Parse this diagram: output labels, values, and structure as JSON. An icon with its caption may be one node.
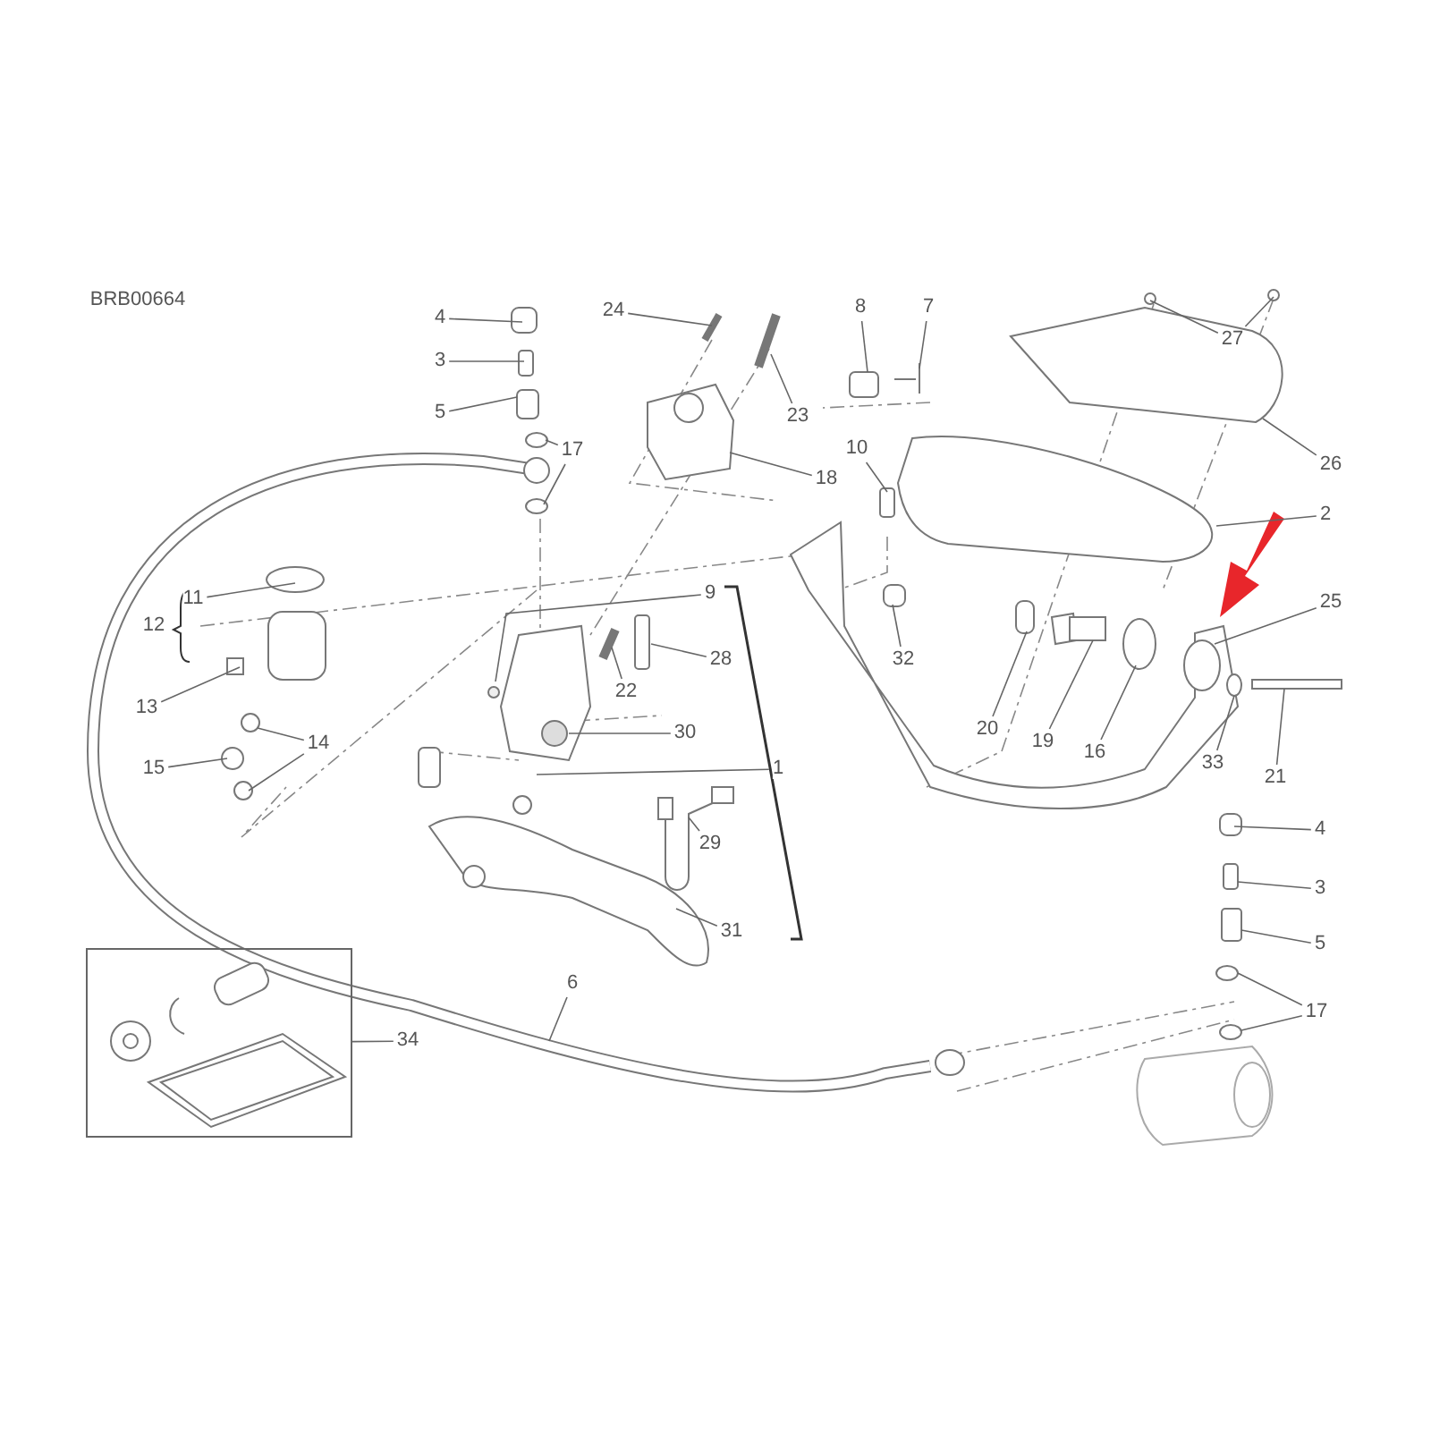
{
  "diagram": {
    "nodes": [
      {
        "text": [
          "4"
        ]
      },
      {
        "text": [
          "24"
        ]
      },
      {
        "text": [
          "8"
        ]
      },
      {
        "text": [
          "7"
        ]
      },
      {
        "text": [
          "27"
        ]
      },
      {
        "text": [
          "3"
        ]
      },
      {
        "text": [
          "5"
        ]
      },
      {
        "text": [
          "23"
        ]
      },
      {
        "text": [
          "10"
        ]
      },
      {
        "text": [
          "17"
        ]
      },
      {
        "text": [
          "26"
        ]
      },
      {
        "text": [
          "18"
        ]
      },
      {
        "text": [
          "2"
        ]
      },
      {
        "text": [
          "11"
        ]
      },
      {
        "text": [
          "9"
        ]
      },
      {
        "text": [
          "25"
        ]
      },
      {
        "text": [
          "28"
        ]
      },
      {
        "text": [
          "32"
        ]
      },
      {
        "text": [
          "22"
        ]
      },
      {
        "text": [
          "13"
        ]
      },
      {
        "text": [
          "20"
        ]
      },
      {
        "text": [
          "30"
        ]
      },
      {
        "text": [
          "19"
        ]
      },
      {
        "text": [
          "14"
        ]
      },
      {
        "text": [
          "16"
        ]
      },
      {
        "text": [
          "33"
        ]
      },
      {
        "text": [
          "15"
        ]
      },
      {
        "text": [
          "1"
        ]
      },
      {
        "text": [
          "21"
        ]
      },
      {
        "text": [
          "4"
        ]
      },
      {
        "text": [
          "29"
        ]
      },
      {
        "text": [
          "3"
        ]
      },
      {
        "text": [
          "31"
        ]
      },
      {
        "text": [
          "5"
        ]
      },
      {
        "text": [
          "6"
        ]
      },
      {
        "text": [
          "17"
        ]
      },
      {
        "text": [
          "34"
        ]
      },
      {
        "text": [],
        "shape": "box"
      }
    ],
    "edges": [
      {
        "from": 0,
        "to": null,
        "arrow": "none"
      },
      {
        "from": 1,
        "to": null,
        "arrow": "none"
      },
      {
        "from": 2,
        "to": null,
        "arrow": "none"
      },
      {
        "from": 3,
        "to": null,
        "arrow": "none"
      },
      {
        "from": 4,
        "to": null,
        "arrow": "none"
      },
      {
        "from": 4,
        "to": null,
        "arrow": "none"
      },
      {
        "from": 5,
        "to": null,
        "arrow": "none"
      },
      {
        "from": 6,
        "to": null,
        "arrow": "none"
      },
      {
        "from": 7,
        "to": null,
        "arrow": "none"
      },
      {
        "from": 8,
        "to": null,
        "arrow": "none"
      },
      {
        "from": 9,
        "to": null,
        "arrow": "none"
      },
      {
        "from": 9,
        "to": null,
        "arrow": "none"
      },
      {
        "from": 10,
        "to": null,
        "arrow": "none"
      },
      {
        "from": 11,
        "to": null,
        "arrow": "none"
      },
      {
        "from": 12,
        "to": null,
        "arrow": "none"
      },
      {
        "from": 13,
        "to": null,
        "arrow": "none"
      },
      {
        "from": 14,
        "to": null,
        "arrow": "none"
      },
      {
        "from": 15,
        "to": null,
        "arrow": "none"
      },
      {
        "from": 16,
        "to": null,
        "arrow": "none"
      },
      {
        "from": 17,
        "to": null,
        "arrow": "none"
      },
      {
        "from": 18,
        "to": null,
        "arrow": "none"
      },
      {
        "from": 19,
        "to": null,
        "arrow": "none"
      },
      {
        "from": 20,
        "to": null,
        "arrow": "none"
      },
      {
        "from": 21,
        "to": null,
        "arrow": "none"
      },
      {
        "from": 22,
        "to": null,
        "arrow": "none"
      },
      {
        "from": 23,
        "to": null,
        "arrow": "none"
      },
      {
        "from": 23,
        "to": null,
        "arrow": "none"
      },
      {
        "from": 24,
        "to": null,
        "arrow": "none"
      },
      {
        "from": 25,
        "to": null,
        "arrow": "none"
      },
      {
        "from": 26,
        "to": null,
        "arrow": "none"
      },
      {
        "from": 27,
        "to": null,
        "arrow": "none"
      },
      {
        "from": 28,
        "to": null,
        "arrow": "none"
      },
      {
        "from": 29,
        "to": null,
        "arrow": "none"
      },
      {
        "from": 30,
        "to": null,
        "arrow": "none"
      },
      {
        "from": 31,
        "to": null,
        "arrow": "none"
      },
      {
        "from": 32,
        "to": null,
        "arrow": "none"
      },
      {
        "from": 33,
        "to": null,
        "arrow": "none"
      },
      {
        "from": 34,
        "to": null,
        "arrow": "none"
      },
      {
        "from": 35,
        "to": null,
        "arrow": "none"
      },
      {
        "from": 35,
        "to": null,
        "arrow": "none"
      },
      {
        "from": 36,
        "to": 37,
        "arrow": "none"
      }
    ],
    "labels": [
      "BRB00664",
      "12"
    ]
  }
}
